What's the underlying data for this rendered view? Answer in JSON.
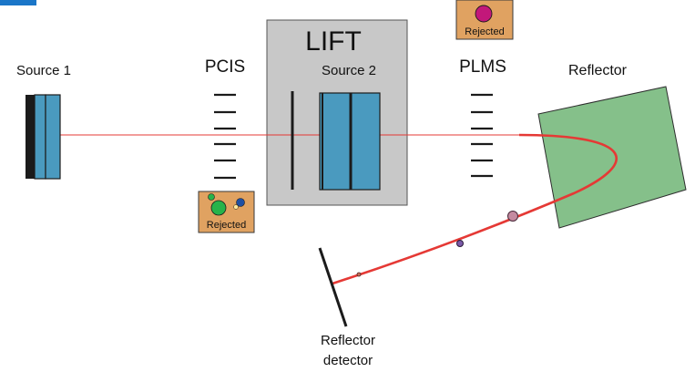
{
  "labels": {
    "source1": "Source 1",
    "pcis": "PCIS",
    "lift": "LIFT",
    "source2": "Source 2",
    "plms": "PLMS",
    "reflector": "Reflector",
    "reflector_detector_line1": "Reflector",
    "reflector_detector_line2": "detector",
    "rejected_pcis": "Rejected",
    "rejected_plms": "Rejected"
  },
  "colors": {
    "beam": "#e53935",
    "detector_blue": "#4a9abf",
    "lift_box": "#c8c8c8",
    "reflector_green": "#85c08a",
    "rejected_box": "#e0a261",
    "ion_pink": "#c58aa0",
    "ion_purple": "#7a5aa8",
    "ion_green": "#27b34a",
    "ion_dark_blue": "#1e4fa3",
    "ion_magenta": "#c2187a",
    "header_accent": "#1a76c8"
  }
}
